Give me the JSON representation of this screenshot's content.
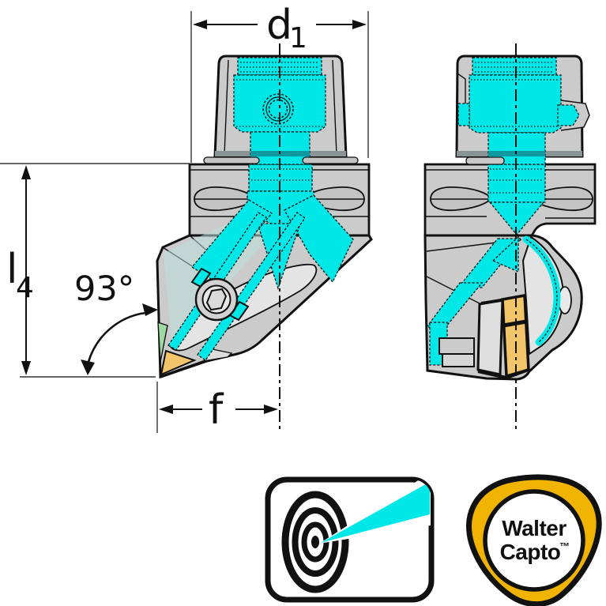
{
  "drawing": {
    "type": "technical-drawing",
    "subject": "Walter Capto turning tool holder, front and side view, 93° approach angle, precision coolant",
    "dimension_labels": {
      "d1": {
        "base": "d",
        "sub": "1"
      },
      "l4": {
        "base": "l",
        "sub": "4"
      },
      "angle": "93°",
      "f": "f"
    }
  },
  "logos": {
    "capto": {
      "line1": "Walter",
      "line2": "Capto",
      "trademark": "™"
    }
  },
  "colors": {
    "coolant_cyan": "#00E7E7",
    "body_gray": "#CBCBCB",
    "light_gray": "#E4E4E4",
    "pocket_gray": "#DEDEDE",
    "insert_yellow": "#F3C56B",
    "edge_green": "#9FD9A2",
    "capto_gold": "#F0B400",
    "teal_shadow": "#0D98A0",
    "line_black": "#111111"
  }
}
